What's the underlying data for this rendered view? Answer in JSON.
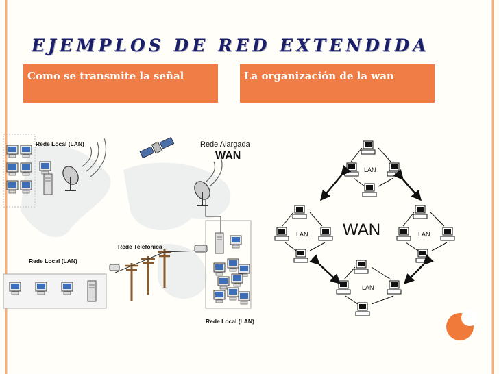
{
  "slide": {
    "title": "EJEMPLOS  DE  RED  EXTENDIDA",
    "box_left": "Como se transmite la señal",
    "box_right": "La organización de la wan",
    "colors": {
      "title": "#1b1f6a",
      "accent": "#ef7d45",
      "border": "#f3b07c"
    }
  },
  "left_diagram": {
    "lan_top": "Rede Local (LAN)",
    "wan_label_1": "Rede Alargada",
    "wan_label_2": "WAN",
    "phone_label": "Rede Telefónica",
    "lan_mid": "Rede Local (LAN)",
    "lan_bottom": "Rede Local (LAN)"
  },
  "right_diagram": {
    "center": "WAN",
    "lan_top": "LAN",
    "lan_left": "LAN",
    "lan_right": "LAN",
    "lan_bottom": "LAN"
  }
}
